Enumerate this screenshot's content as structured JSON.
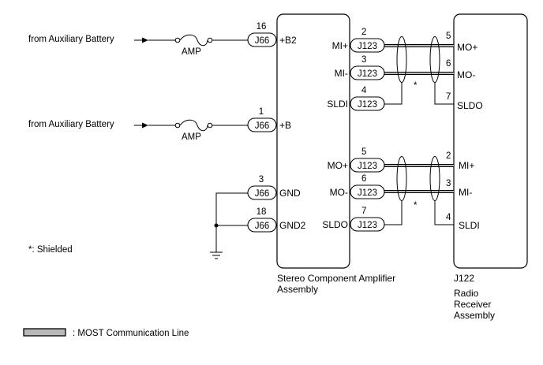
{
  "inputs": {
    "b2_source": "from Auxiliary Battery",
    "b_source": "from Auxiliary Battery",
    "fuse_label": "AMP"
  },
  "amplifier": {
    "name_line1": "Stereo Component Amplifier",
    "name_line2": "Assembly",
    "left_pins": [
      {
        "pin": "16",
        "connector": "J66",
        "signal": "+B2"
      },
      {
        "pin": "1",
        "connector": "J66",
        "signal": "+B"
      },
      {
        "pin": "3",
        "connector": "J66",
        "signal": "GND"
      },
      {
        "pin": "18",
        "connector": "J66",
        "signal": "GND2"
      }
    ],
    "right_pins": [
      {
        "pin": "2",
        "connector": "J123",
        "signal": "MI+"
      },
      {
        "pin": "3",
        "connector": "J123",
        "signal": "MI-"
      },
      {
        "pin": "4",
        "connector": "J123",
        "signal": "SLDI"
      },
      {
        "pin": "5",
        "connector": "J123",
        "signal": "MO+"
      },
      {
        "pin": "6",
        "connector": "J123",
        "signal": "MO-"
      },
      {
        "pin": "7",
        "connector": "J123",
        "signal": "SLDO"
      }
    ]
  },
  "receiver": {
    "connector": "J122",
    "name_line1": "Radio",
    "name_line2": "Receiver",
    "name_line3": "Assembly",
    "pins": [
      {
        "pin": "5",
        "signal": "MO+"
      },
      {
        "pin": "6",
        "signal": "MO-"
      },
      {
        "pin": "7",
        "signal": "SLDO"
      },
      {
        "pin": "2",
        "signal": "MI+"
      },
      {
        "pin": "3",
        "signal": "MI-"
      },
      {
        "pin": "4",
        "signal": "SLDI"
      }
    ]
  },
  "shield_marks": [
    "*",
    "*"
  ],
  "notes": {
    "shielded": "*: Shielded",
    "most_legend": ": MOST Communication Line"
  }
}
